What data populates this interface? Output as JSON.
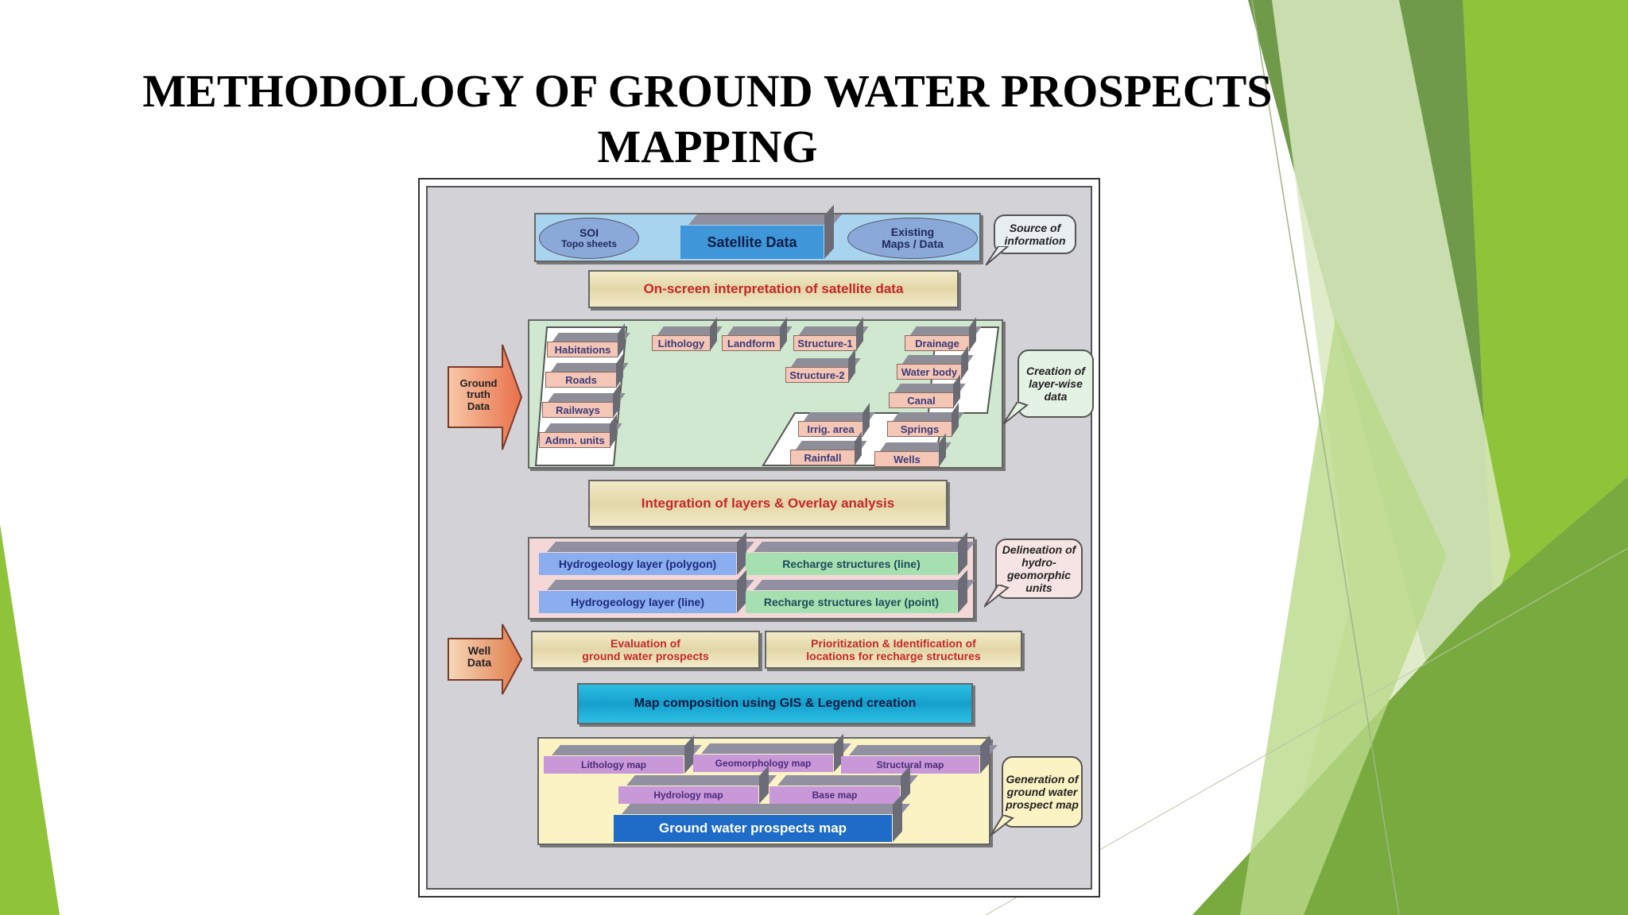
{
  "slide": {
    "title_line1": "METHODOLOGY OF GROUND WATER PROSPECTS",
    "title_line2": "MAPPING"
  },
  "colors": {
    "green_dark": "#6e9a4a",
    "green_bright": "#8fc33a",
    "green_light": "#c8df9c"
  },
  "diagram": {
    "sources": {
      "soi_line1": "SOI",
      "soi_line2": "Topo sheets",
      "satellite": "Satellite Data",
      "existing_line1": "Existing",
      "existing_line2": "Maps / Data",
      "callout": "Source of information"
    },
    "onscreen": "On-screen interpretation of satellite data",
    "ground_truth": "Ground truth Data",
    "layers": {
      "habitations": "Habitations",
      "roads": "Roads",
      "railways": "Railways",
      "admn_units": "Admn. units",
      "lithology": "Lithology",
      "landform": "Landform",
      "structure1": "Structure-1",
      "structure2": "Structure-2",
      "drainage": "Drainage",
      "water_body": "Water body",
      "canal": "Canal",
      "irrig_area": "Irrig. area",
      "springs": "Springs",
      "rainfall": "Rainfall",
      "wells": "Wells",
      "callout": "Creation of layer-wise data"
    },
    "integration": "Integration of layers & Overlay analysis",
    "hydro": {
      "hydro_polygon": "Hydrogeology layer (polygon)",
      "recharge_line": "Recharge structures (line)",
      "hydro_line": "Hydrogeology layer (line)",
      "recharge_point": "Recharge structures layer (point)",
      "callout": "Delineation of hydro-geomorphic units"
    },
    "well_data": "Well Data",
    "evaluation_line1": "Evaluation of",
    "evaluation_line2": "ground water prospects",
    "prioritization_line1": "Prioritization & Identification of",
    "prioritization_line2": "locations for recharge structures",
    "map_composition": "Map composition using GIS & Legend creation",
    "maps": {
      "lithology_map": "Lithology map",
      "geomorphology_map": "Geomorphology map",
      "structural_map": "Structural map",
      "hydrology_map": "Hydrology map",
      "base_map": "Base map",
      "final_map": "Ground water prospects map",
      "callout": "Generation of ground water prospect map"
    }
  }
}
